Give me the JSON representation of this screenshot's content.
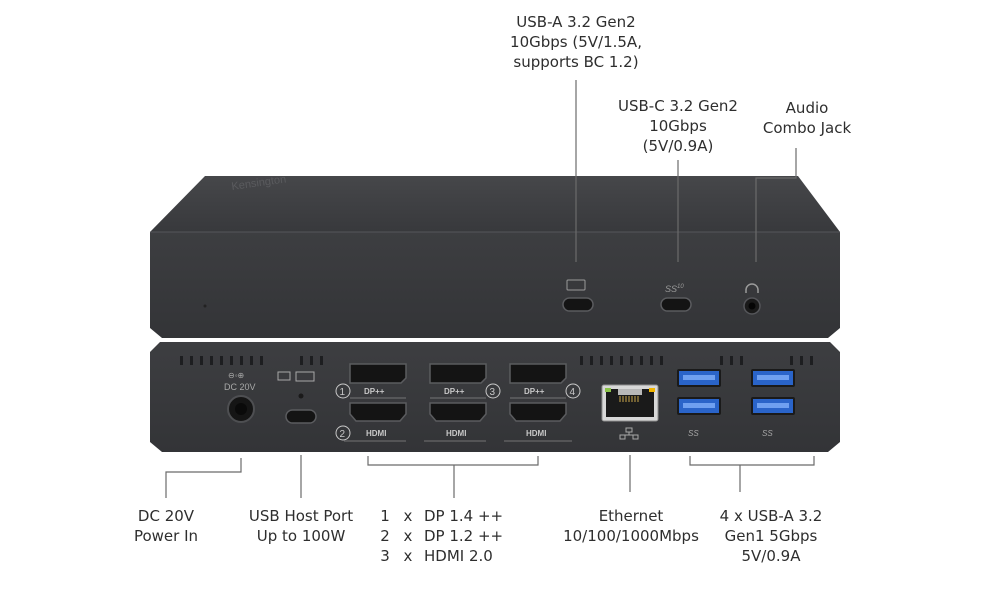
{
  "callouts": {
    "usb_a_front": [
      "USB-A 3.2 Gen2",
      "10Gbps (5V/1.5A,",
      "supports BC 1.2)"
    ],
    "usb_c_front": [
      "USB-C 3.2 Gen2",
      "10Gbps",
      "(5V/0.9A)"
    ],
    "audio": [
      "Audio",
      "Combo Jack"
    ],
    "dc_power": [
      "DC 20V",
      "Power In"
    ],
    "usb_host": [
      "USB Host Port",
      "Up to 100W"
    ],
    "video": [
      {
        "count": "1",
        "x": "x",
        "spec": "DP 1.4 ++"
      },
      {
        "count": "2",
        "x": "x",
        "spec": "DP 1.2 ++"
      },
      {
        "count": "3",
        "x": "x",
        "spec": "HDMI 2.0"
      }
    ],
    "ethernet": [
      "Ethernet",
      "10/100/1000Mbps"
    ],
    "usb_a_rear": [
      "4 x USB-A 3.2",
      "Gen1 5Gbps",
      "5V/0.9A"
    ]
  },
  "device": {
    "brand": "Kensington",
    "dc_label": "DC 20V",
    "port_labels": {
      "dp": "DP++",
      "hdmi": "HDMI",
      "ss": "SS",
      "ss10": "10"
    },
    "port_numbers": [
      "1",
      "2",
      "3",
      "4"
    ]
  },
  "colors": {
    "body": "#3b3c3e",
    "body_dark": "#2c2d2f",
    "port": "#141414",
    "usb_blue": "#2a64c9",
    "line": "#6b6b6b"
  }
}
